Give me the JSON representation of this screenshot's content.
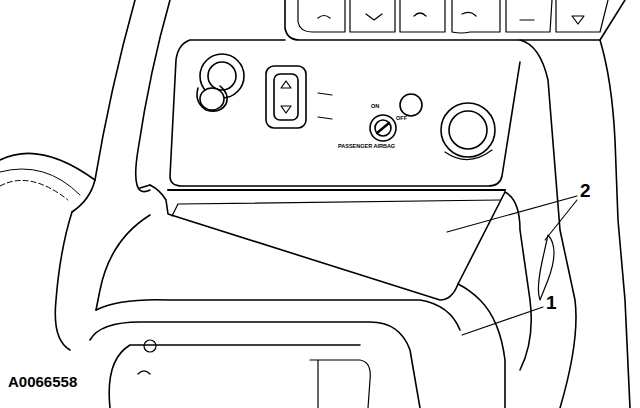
{
  "diagram": {
    "labels": [
      "1",
      "2",
      "A0066558",
      "PASSENGER AIRBAG",
      "ON",
      "OFF"
    ]
  }
}
